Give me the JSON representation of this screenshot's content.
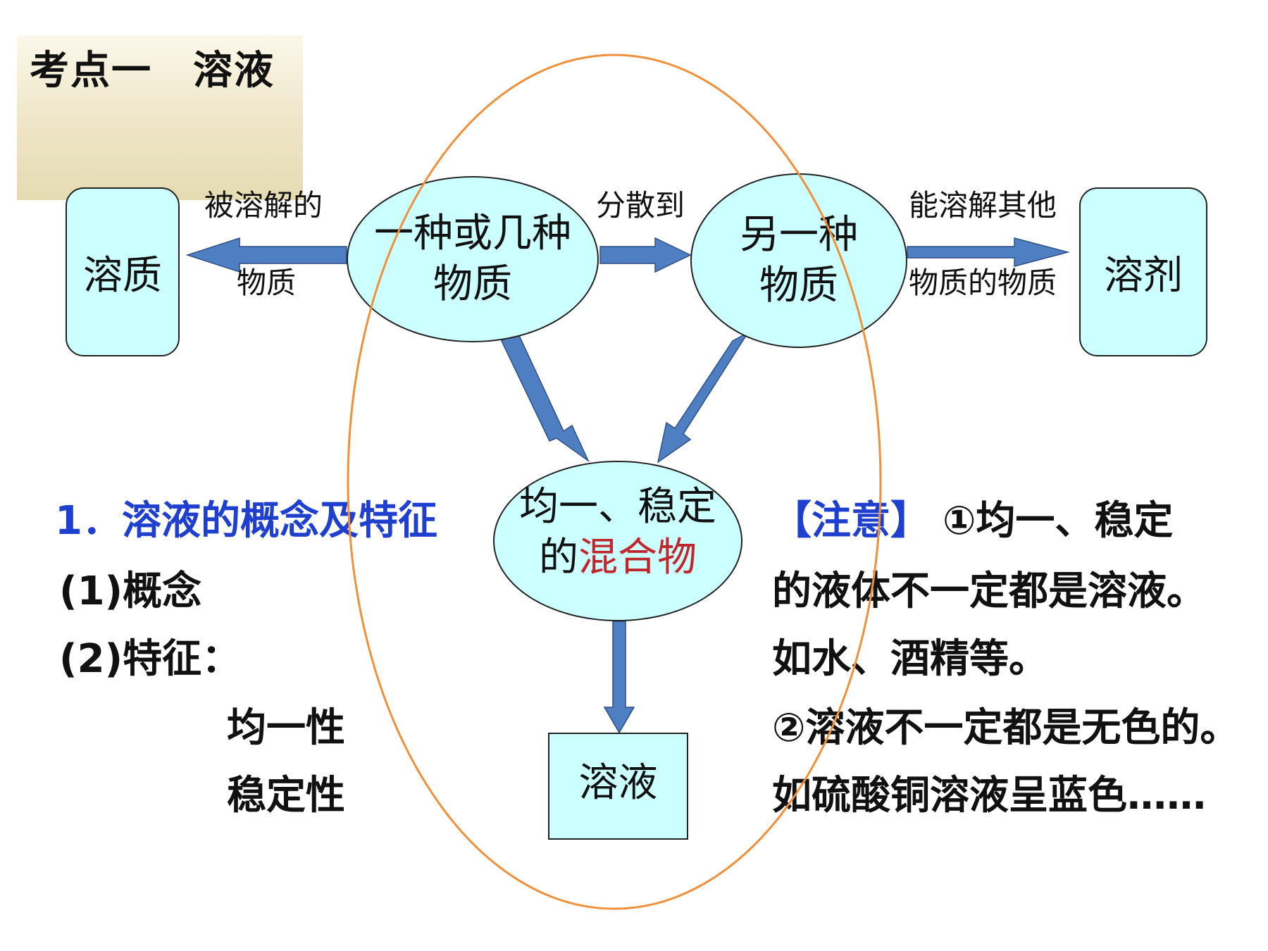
{
  "title": "考点一　溶液",
  "nodes": {
    "solute": "溶质",
    "substance_a": [
      "一种或几种",
      "物质"
    ],
    "substance_b": [
      "另一种",
      "物质"
    ],
    "solvent": "溶剂",
    "mixture_line1": "均一、稳定",
    "mixture_line2_prefix": "的",
    "mixture_line2_highlight": "混合物",
    "solution": "溶液"
  },
  "edge_labels": {
    "to_solute_top": "被溶解的",
    "to_solute_bottom": "物质",
    "disperse": "分散到",
    "to_solvent_top": "能溶解其他",
    "to_solvent_bottom": "物质的物质"
  },
  "left_text": {
    "heading": "1．溶液的概念及特征",
    "item1": "(1)概念",
    "item2": "(2)特征：",
    "feature1": "均一性",
    "feature2": "稳定性"
  },
  "notes": {
    "label": "【注意】",
    "line1_rest": "①均一、稳定",
    "line2": "的液体不一定都是溶液。",
    "line3": "如水、酒精等。",
    "line4": "②溶液不一定都是无色的。",
    "line5": "如硫酸铜溶液呈蓝色……"
  },
  "colors": {
    "node_fill": "#ccffff",
    "arrow_fill": "#4f7fc3",
    "highlight_ellipse": "#f0903c",
    "heading_blue": "#1f3fcf",
    "highlight_red": "#c0272d"
  }
}
